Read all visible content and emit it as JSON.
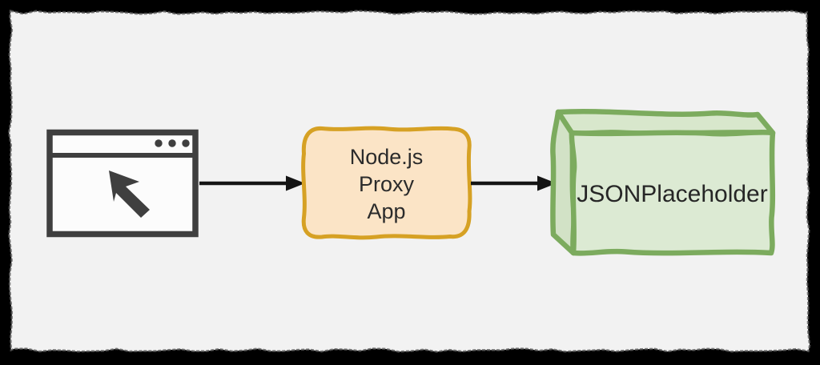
{
  "proxy_box": {
    "line1": "Node.js",
    "line2": "Proxy",
    "line3": "App"
  },
  "api_box": {
    "label": "JSONPlaceholder"
  },
  "colors": {
    "frame": "#000000",
    "frame_edge": "#5a5a5a",
    "canvas_bg": "#f2f2f2",
    "icon_gray": "#3f3f3f",
    "icon_fill": "#fcfcfc",
    "arrow": "#141414",
    "proxy_fill": "#fbe4c6",
    "proxy_stroke": "#d6a124",
    "proxy_text": "#2b2b2b",
    "api_stroke": "#7cab5e",
    "api_fill_front": "#dcead3",
    "api_fill_top": "#d8e7cc",
    "api_fill_side": "#d2e2c6",
    "api_text": "#262626"
  }
}
